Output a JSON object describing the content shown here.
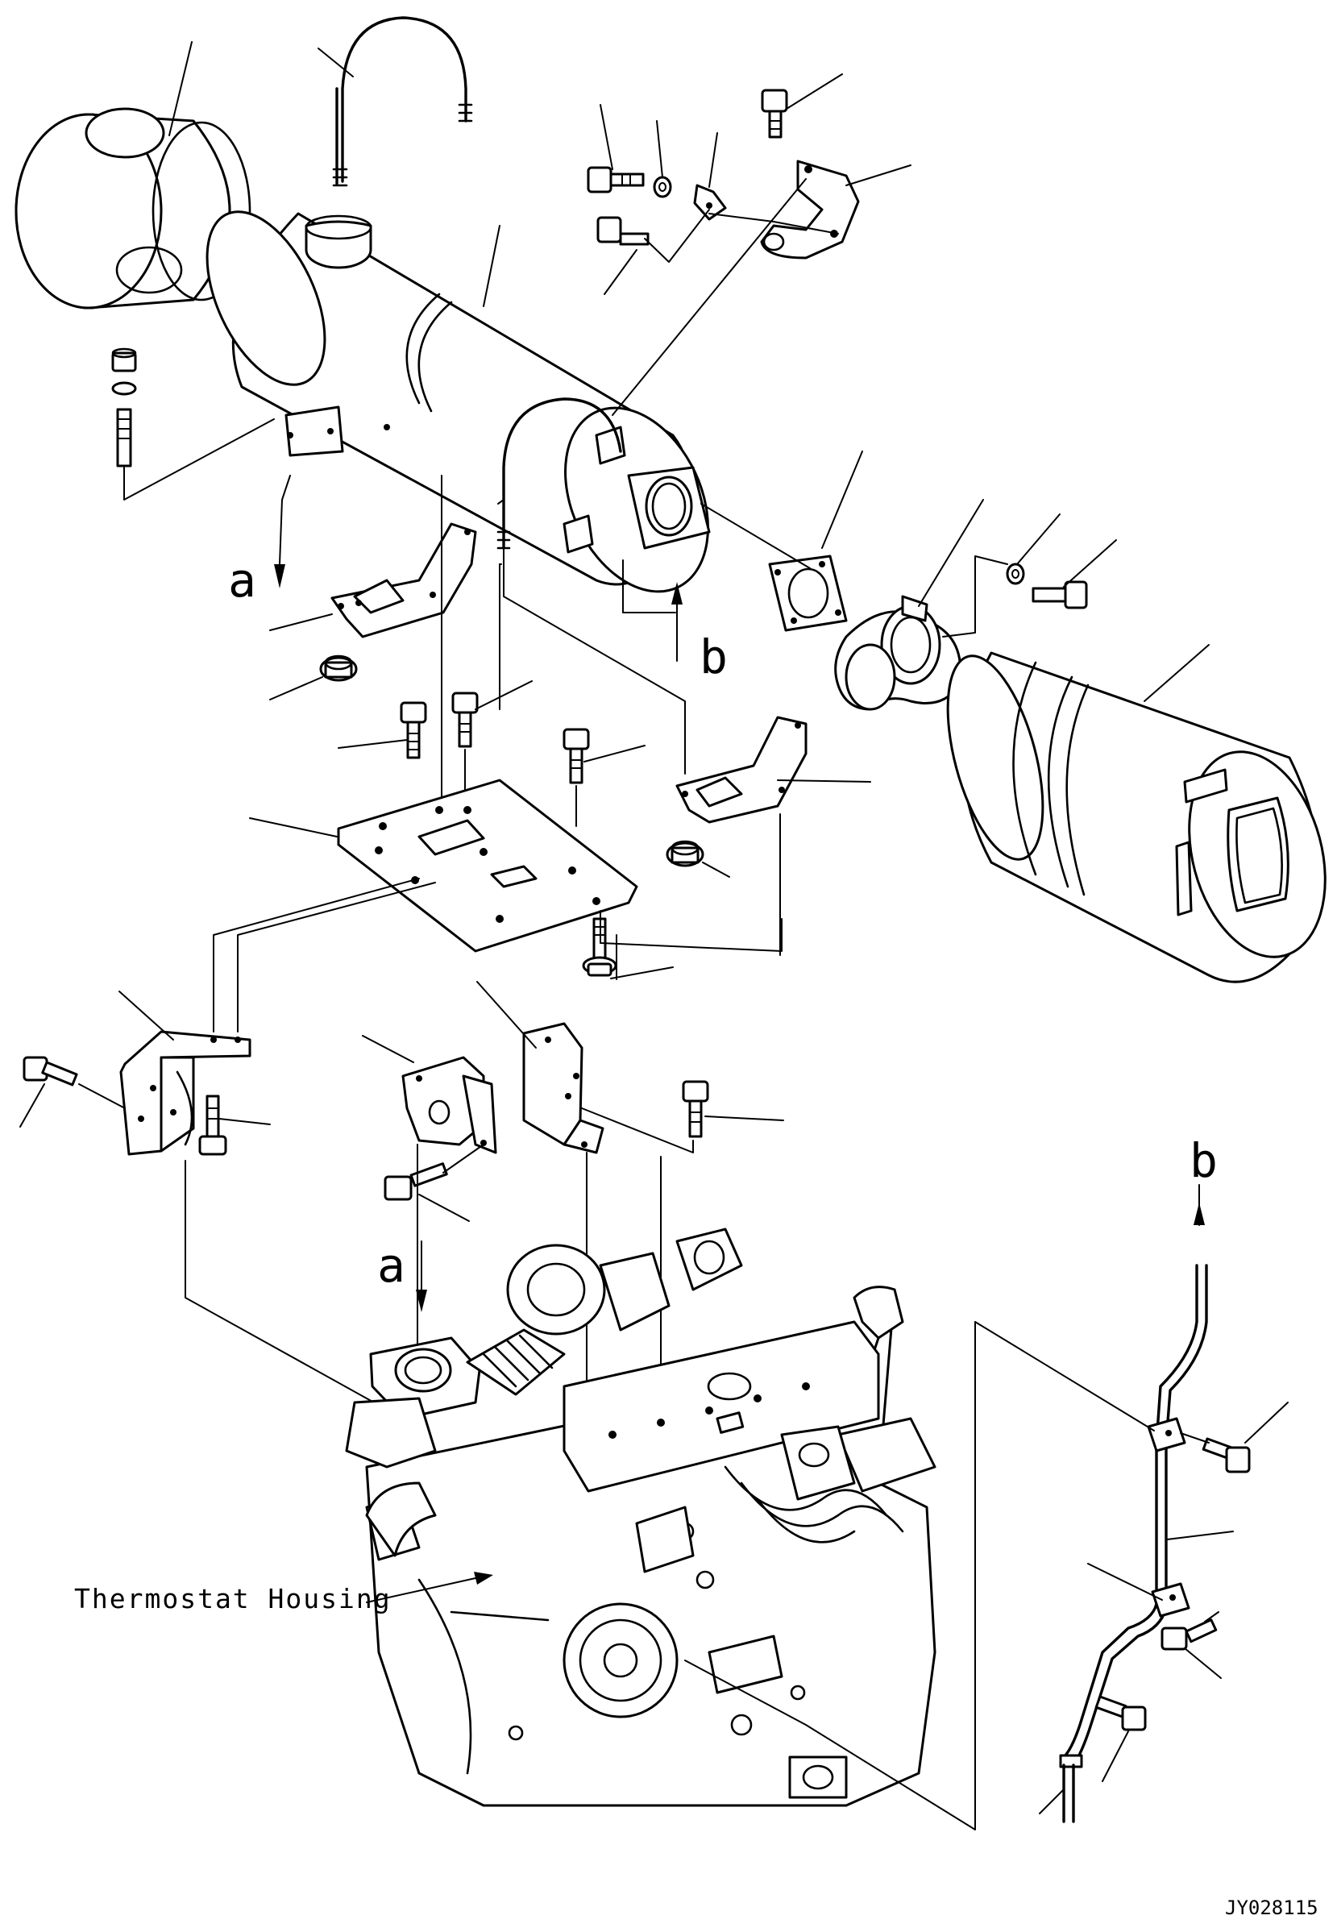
{
  "refs": {
    "a_upper": "a",
    "b_upper": "b",
    "a_lower": "a",
    "b_right": "b"
  },
  "callout": "Thermostat Housing",
  "drawing_code": "JY028115",
  "colors": {
    "ink": "#000000",
    "paper": "#ffffff"
  }
}
